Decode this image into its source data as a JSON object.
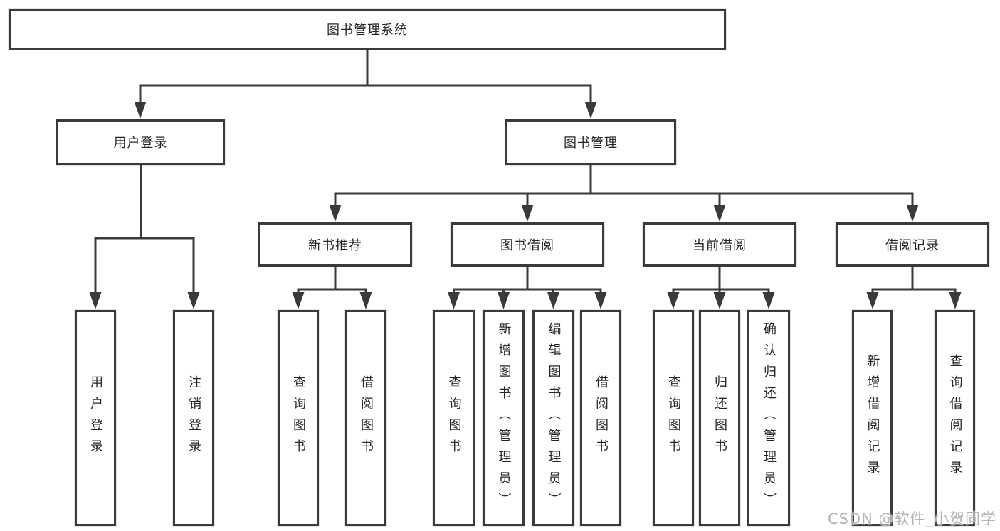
{
  "diagram": {
    "title": "图书管理系统",
    "type": "hierarchy-tree",
    "nodes": {
      "root": "图书管理系统",
      "user_login": "用户登录",
      "book_mgmt": "图书管理",
      "new_book_rec": "新书推荐",
      "book_borrow": "图书借阅",
      "current_borrow": "当前借阅",
      "borrow_record": "借阅记录",
      "leaf_user_login": "用户登录",
      "leaf_logout": "注销登录",
      "rec_query_book": "查询图书",
      "rec_borrow_book": "借阅图书",
      "bb_query_book": "查询图书",
      "bb_add_book": "新增图书（管理员）",
      "bb_edit_book": "编辑图书（管理员）",
      "bb_borrow_book": "借阅图书",
      "cb_query_book": "查询图书",
      "cb_return_book": "归还图书",
      "cb_confirm_return": "确认归还（管理员）",
      "br_add_record": "新增借阅记录",
      "br_query_record": "查询借阅记录"
    },
    "hierarchy": {
      "root": [
        "user_login",
        "book_mgmt"
      ],
      "user_login": [
        "leaf_user_login",
        "leaf_logout"
      ],
      "book_mgmt": [
        "new_book_rec",
        "book_borrow",
        "current_borrow",
        "borrow_record"
      ],
      "new_book_rec": [
        "rec_query_book",
        "rec_borrow_book"
      ],
      "book_borrow": [
        "bb_query_book",
        "bb_add_book",
        "bb_edit_book",
        "bb_borrow_book"
      ],
      "current_borrow": [
        "cb_query_book",
        "cb_return_book",
        "cb_confirm_return"
      ],
      "borrow_record": [
        "br_add_record",
        "br_query_record"
      ]
    },
    "colors": {
      "line": "#3a3a3a",
      "box_border": "#3a3a3a",
      "text": "#262626",
      "watermark": "#b0b0b0",
      "background": "#ffffff"
    },
    "watermark": "CSDN @软件_小贺同学"
  }
}
